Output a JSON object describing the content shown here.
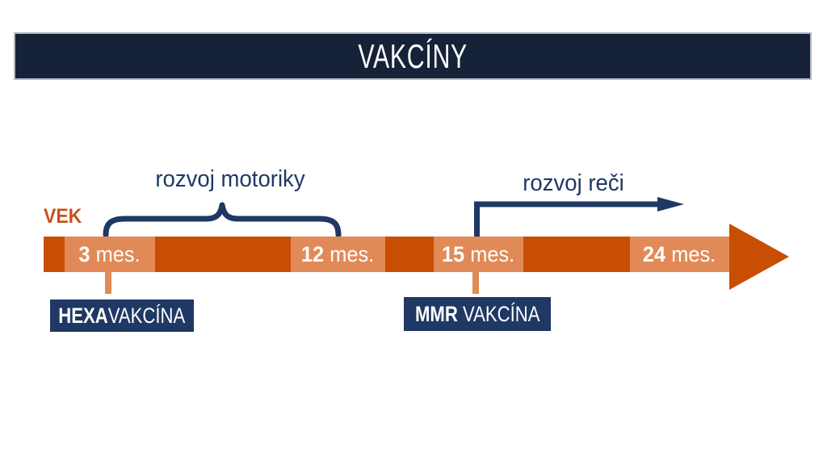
{
  "header": {
    "title": "VAKCÍNY"
  },
  "timeline": {
    "age_label": "VEK",
    "milestones": [
      {
        "value": "3",
        "unit": "mes."
      },
      {
        "value": "12",
        "unit": "mes."
      },
      {
        "value": "15",
        "unit": "mes."
      },
      {
        "value": "24",
        "unit": "mes."
      }
    ]
  },
  "annotations": {
    "motor_label": "rozvoj motoriky",
    "speech_label": "rozvoj reči"
  },
  "vaccines": [
    {
      "bold": "HEXA",
      "rest": "VAKCÍNA"
    },
    {
      "bold": "MMR ",
      "rest": "VAKCÍNA"
    }
  ],
  "colors": {
    "header_navy": "#152238",
    "accent_navy": "#1f3864",
    "dark_orange": "#c84e04",
    "light_orange": "#e18a58",
    "age_label_orange": "#c5531d",
    "text_white": "#ffffff"
  }
}
